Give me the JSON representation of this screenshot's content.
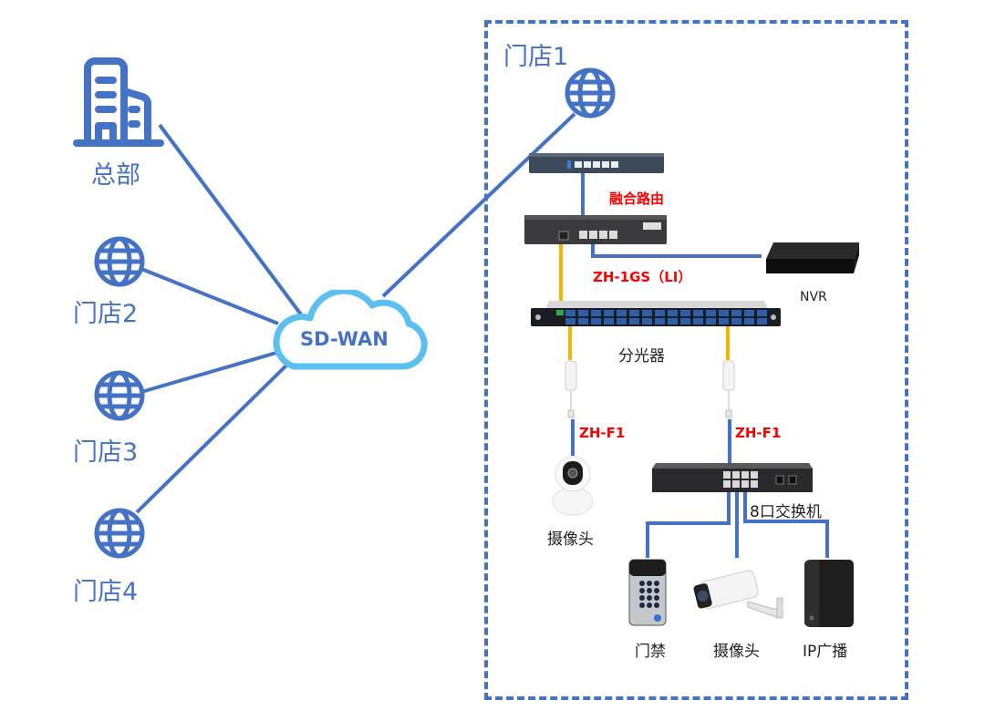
{
  "title": "SD-WAN 门店组网拓扑",
  "colors": {
    "primary_blue": "#4472c4",
    "cloud_blue": "#5bc0f0",
    "fiber_yellow": "#f5b400",
    "label_red": "#ff0000"
  },
  "cloud": {
    "label": "SD-WAN"
  },
  "headquarters": {
    "label": "总部",
    "icon": "building-icon"
  },
  "branches": [
    {
      "label": "门店2",
      "icon": "globe-icon"
    },
    {
      "label": "门店3",
      "icon": "globe-icon"
    },
    {
      "label": "门店4",
      "icon": "globe-icon"
    }
  ],
  "store1": {
    "title": "门店1",
    "router_label": "融合路由",
    "onu_label": "ZH-1GS（LI）",
    "nvr_label": "NVR",
    "splitter_label": "分光器",
    "terminal_left_label": "ZH-F1",
    "terminal_right_label": "ZH-F1",
    "camera_ptz_label": "摄像头",
    "switch_label": "8口交换机",
    "devices": [
      {
        "label": "门禁"
      },
      {
        "label": "摄像头"
      },
      {
        "label": "IP广播"
      }
    ]
  }
}
